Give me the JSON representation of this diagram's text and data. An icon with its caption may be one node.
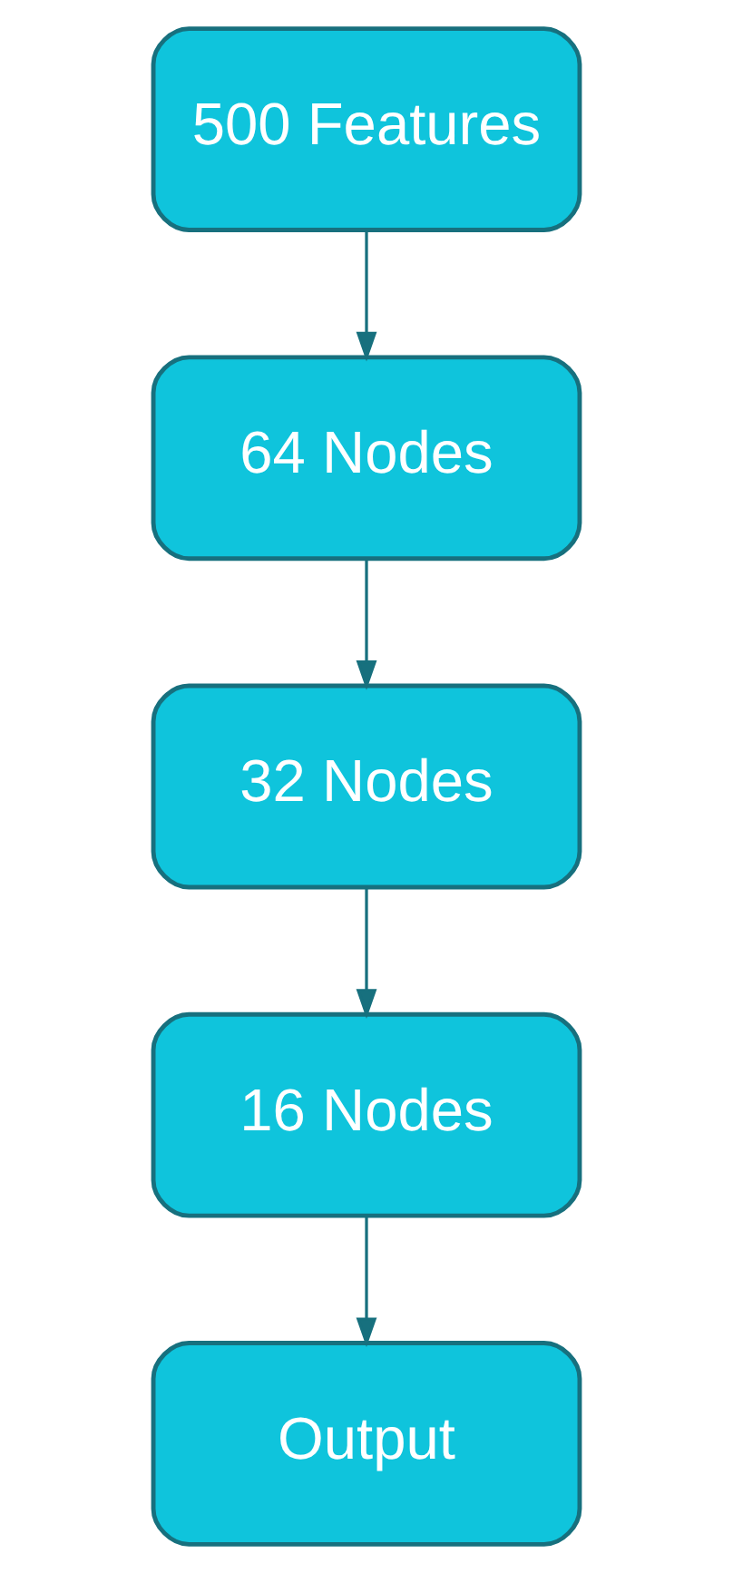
{
  "diagram": {
    "nodes": [
      {
        "text": [
          "500 Features"
        ]
      },
      {
        "text": [
          "64 Nodes"
        ]
      },
      {
        "text": [
          "32 Nodes"
        ]
      },
      {
        "text": [
          "16 Nodes"
        ]
      },
      {
        "text": [
          "Output"
        ]
      }
    ],
    "edges": [
      {
        "from": 0,
        "to": 1,
        "arrow": "to"
      },
      {
        "from": 1,
        "to": 2,
        "arrow": "to"
      },
      {
        "from": 2,
        "to": 3,
        "arrow": "to"
      },
      {
        "from": 3,
        "to": 4,
        "arrow": "to"
      }
    ]
  }
}
